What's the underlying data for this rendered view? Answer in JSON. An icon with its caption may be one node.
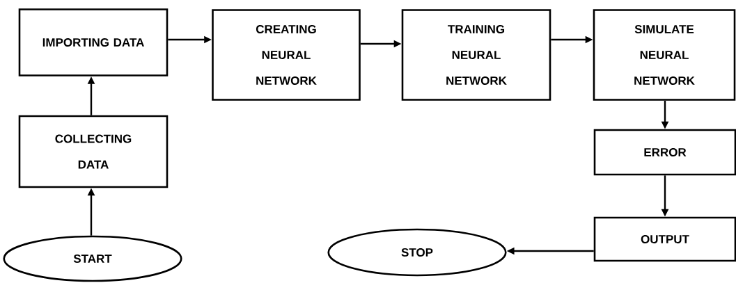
{
  "diagram": {
    "nodes": [
      {
        "text": [
          "START"
        ]
      },
      {
        "text": [
          "COLLECTING DATA"
        ]
      },
      {
        "text": [
          "IMPORTING DATA"
        ]
      },
      {
        "text": [
          "CREATING NEURAL NETWORK"
        ]
      },
      {
        "text": [
          "TRAINING NEURAL NETWORK"
        ]
      },
      {
        "text": [
          "SIMULATE NEURAL NETWORK"
        ]
      },
      {
        "text": [
          "ERROR"
        ]
      },
      {
        "text": [
          "OUTPUT"
        ]
      },
      {
        "text": [
          "STOP"
        ]
      }
    ],
    "edges": [
      {
        "from": 0,
        "to": 1,
        "arrow": "to"
      },
      {
        "from": 1,
        "to": 2,
        "arrow": "to"
      },
      {
        "from": 2,
        "to": 3,
        "arrow": "to"
      },
      {
        "from": 3,
        "to": 4,
        "arrow": "to"
      },
      {
        "from": 4,
        "to": 5,
        "arrow": "to"
      },
      {
        "from": 5,
        "to": 6,
        "arrow": "to"
      },
      {
        "from": 6,
        "to": 7,
        "arrow": "to"
      },
      {
        "from": 7,
        "to": 8,
        "arrow": "to"
      }
    ]
  }
}
